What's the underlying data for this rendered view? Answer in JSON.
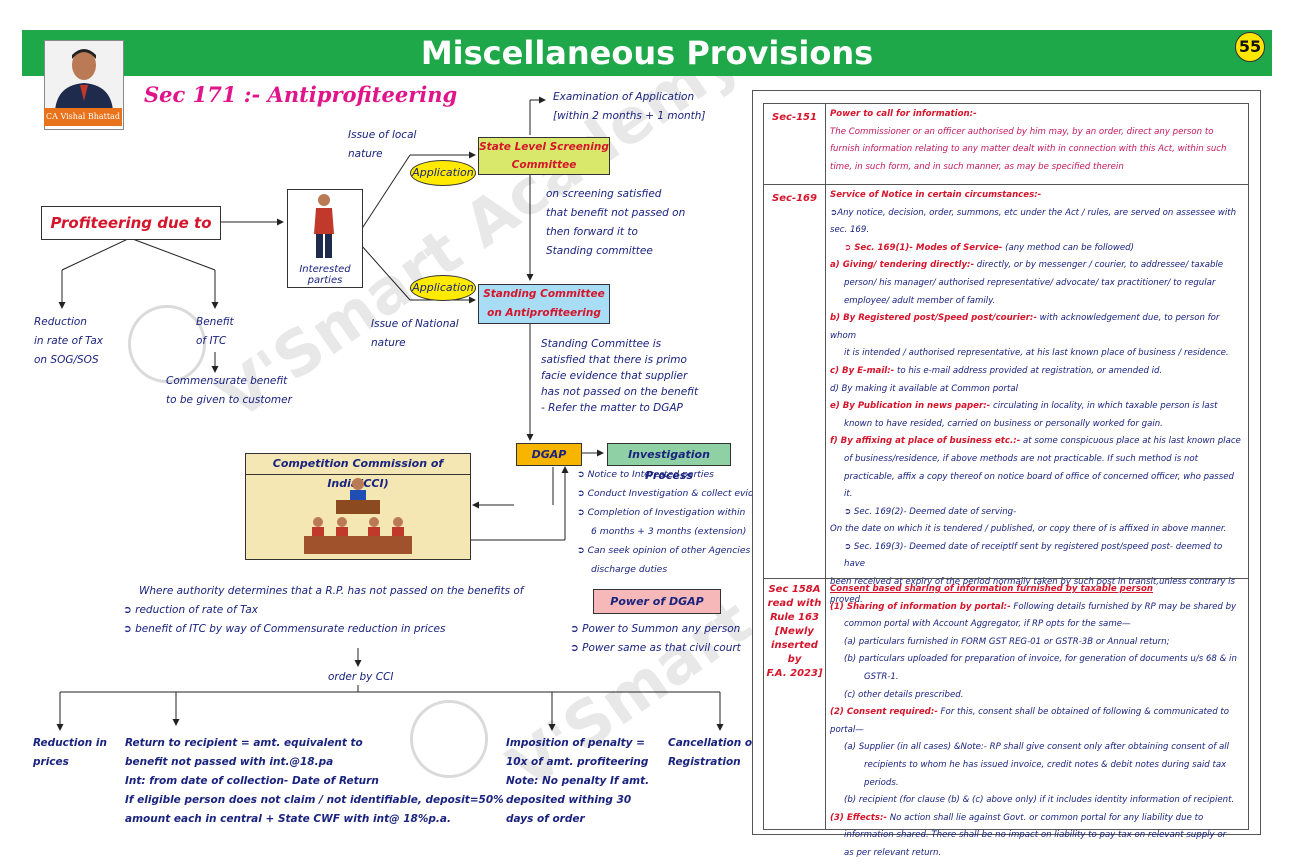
{
  "header": {
    "title": "Miscellaneous Provisions",
    "page_number": "55"
  },
  "author": {
    "name": "CA Vishal Bhattad"
  },
  "section": {
    "title": "Sec 171 :- Antiprofiteering"
  },
  "watermark": {
    "text": "V'Smart Academy"
  },
  "flow": {
    "profiteering": "Profiteering due to",
    "reduction_tax": [
      "Reduction",
      "in rate of Tax",
      "on SOG/SOS"
    ],
    "benefit_itc": [
      "Benefit",
      "of ITC"
    ],
    "commensurate": [
      "Commensurate benefit",
      "to be given to customer"
    ],
    "interested_parties": [
      "Interested",
      "parties"
    ],
    "local_nature": [
      "Issue of local",
      "nature"
    ],
    "national_nature": [
      "Issue of National",
      "nature"
    ],
    "application": "Application",
    "slsc": [
      "State Level Screening",
      "Committee"
    ],
    "examination": [
      "Examination of Application",
      "[within 2 months + 1 month]"
    ],
    "screening": [
      "on screening satisfied",
      "that benefit not passed on",
      "then forward it to",
      "Standing committee"
    ],
    "standing_committee": [
      "Standing Committee",
      "on Antiprofiteering"
    ],
    "standing_note": [
      "Standing Committee is",
      "satisfied that there is primo",
      "facie evidence that supplier",
      "has not passed on the benefit",
      "- Refer the matter to DGAP"
    ],
    "dgap": "DGAP",
    "investigation": "Investigation Process",
    "investigation_items": [
      "Notice to Interested parties",
      "Conduct Investigation & collect evidence",
      "Completion of Investigation within",
      "6 months + 3 months (extension)",
      "Can seek opinion of other Agencies to",
      "discharge duties"
    ],
    "cci": "Competition Commission of India(CCI)",
    "power_dgap": "Power of DGAP",
    "power_items": [
      "Power to Summon any person",
      "Power same as that civil court"
    ],
    "authority_note": "Where authority determines that a R.P. has not passed on the benefits of",
    "authority_items": [
      "reduction of rate of Tax",
      "benefit of ITC by way of Commensurate reduction in prices"
    ],
    "order_by_cci": "order by CCI",
    "orders": {
      "reduction_prices": [
        "Reduction in",
        "prices"
      ],
      "return_recipient": [
        "Return to recipient = amt. equivalent to",
        "benefit not passed with int.@18.pa",
        "Int: from date of collection- Date of Return",
        "If eligible person does not claim / not identifiable, deposit=50%",
        "amount each in central + State CWF with int@ 18%p.a."
      ],
      "penalty": [
        "Imposition of penalty =",
        "10x of amt. profiteering",
        "Note: No penalty If amt.",
        "deposited withing 30",
        "days of order"
      ],
      "cancellation": [
        "Cancellation of",
        "Registration"
      ]
    }
  },
  "table": {
    "sec151": {
      "label": "Sec-151",
      "heading": "Power to call for information:-",
      "text": [
        "The Commissioner or an officer authorised by him may, by an order, direct any person to",
        "furnish information relating to any matter dealt with in connection with this Act, within such",
        "time, in such form, and in such manner, as may be specified therein"
      ]
    },
    "sec169": {
      "label": "Sec-169",
      "heading": "Service of Notice in certain circumstances:-",
      "intro": [
        "➲Any notice, decision, order, summons, etc under the Act / rules, are served on assessee with",
        "sec. 169."
      ],
      "modes_head": "➲ Sec. 169(1)- Modes of Service-",
      "modes_tail": " (any method can be followed)",
      "a_head": "a) Giving/ tendering directly:-",
      "a_text": [
        " directly, or by messenger / courier, to addressee/ taxable",
        "person/ his manager/ authorised representative/ advocate/ tax practitioner/ to regular",
        "employee/ adult member of family."
      ],
      "b_head": "b) By Registered post/Speed post/courier:-",
      "b_text": [
        " with acknowledgement due, to person for whom",
        "it is intended / authorised representative, at his last known place of business / residence."
      ],
      "c_head": "c) By E-mail:-",
      "c_text": " to his e-mail address provided at registration, or amended id.",
      "d_text": "d) By making it available at Common portal",
      "e_head": "e) By Publication in news paper:-",
      "e_text": [
        " circulating in locality, in which taxable person is last",
        "known to have resided, carried on business or personally worked for gain."
      ],
      "f_head": "f) By affixing at place of business etc.:-",
      "f_text": [
        " at some conspicuous place at his last known place",
        "of business/residence, if above methods are not practicable. If such method is not",
        "practicable, affix a copy thereof on notice board of office of concerned officer, who passed",
        "it."
      ],
      "s2": "➲ Sec. 169(2)- Deemed date of serving-",
      "s2_text": "On the date on which it is tendered / published, or copy there of is affixed in above manner.",
      "s3": [
        "➲ Sec. 169(3)- Deemed date of receiptIf sent by registered post/speed post- deemed to have",
        "been received at expiry of the period normally taken by such post in transit,unless contrary is",
        "proved."
      ]
    },
    "sec158a": {
      "label": [
        "Sec 158A",
        "read with",
        "Rule 163",
        "[Newly",
        "inserted",
        "by",
        "F.A. 2023]"
      ],
      "heading": "Consent based sharing of information furnished by taxable person",
      "p1_head": "(1) Sharing of information by portal:-",
      "p1_text": [
        " Following details furnished by RP may be shared by",
        "common portal with Account Aggregator, if RP opts for the same—"
      ],
      "p1_items": [
        "(a) particulars furnished in FORM GST REG-01 or GSTR-3B or Annual return;",
        "(b) particulars uploaded for preparation of invoice, for generation of documents u/s 68 & in",
        "GSTR-1.",
        "(c) other details prescribed."
      ],
      "p2_head": "(2) Consent required:-",
      "p2_text": " For this, consent shall be obtained of following & communicated to portal—",
      "p2_items": [
        "(a) Supplier (in all cases) &Note:- RP shall give consent only after obtaining consent of all",
        "recipients to whom he has issued invoice, credit notes & debit notes during said tax periods.",
        "(b) recipient (for clause (b) & (c) above only) if it includes identity information of recipient."
      ],
      "p3_head": "(3) Effects:-",
      "p3_text": [
        " No action shall lie against Govt. or common portal for any liability due to",
        "information shared. There shall be no impact on liability to pay tax on relevant supply or",
        "as per relevant return."
      ]
    }
  }
}
